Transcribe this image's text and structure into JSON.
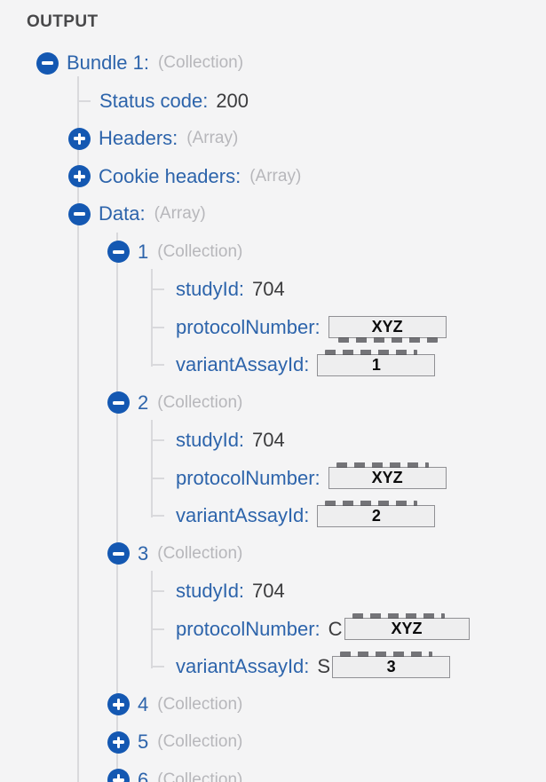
{
  "header": {
    "title": "OUTPUT"
  },
  "palette": {
    "background": "#f4f4f5",
    "accent_blue": "#1458b2",
    "label_blue": "#2d64ab",
    "muted_gray": "#b7b7bb",
    "value_dark": "#3c3c3e",
    "guide_gray": "#d9d9dc",
    "mask_fill": "#eeeeef",
    "mask_border": "#909094"
  },
  "tree": {
    "bundle": {
      "label": "Bundle 1:",
      "kind": "(Collection)",
      "expanded": true
    },
    "status": {
      "label": "Status code:",
      "value": "200"
    },
    "headers": {
      "label": "Headers:",
      "kind": "(Array)",
      "expanded": false
    },
    "cookie_headers": {
      "label": "Cookie headers:",
      "kind": "(Array)",
      "expanded": false
    },
    "data": {
      "label": "Data:",
      "kind": "(Array)",
      "expanded": true
    },
    "items": [
      {
        "index": "1",
        "kind": "(Collection)",
        "expanded": true,
        "fields": [
          {
            "key": "studyId:",
            "value": "704"
          },
          {
            "key": "protocolNumber:",
            "prefix": "",
            "mask": "XYZ"
          },
          {
            "key": "variantAssayId:",
            "prefix": "",
            "mask": "1"
          }
        ]
      },
      {
        "index": "2",
        "kind": "(Collection)",
        "expanded": true,
        "fields": [
          {
            "key": "studyId:",
            "value": "704"
          },
          {
            "key": "protocolNumber:",
            "prefix": "",
            "mask": "XYZ"
          },
          {
            "key": "variantAssayId:",
            "prefix": "",
            "mask": "2"
          }
        ]
      },
      {
        "index": "3",
        "kind": "(Collection)",
        "expanded": true,
        "fields": [
          {
            "key": "studyId:",
            "value": "704"
          },
          {
            "key": "protocolNumber:",
            "prefix": "C",
            "mask": "XYZ"
          },
          {
            "key": "variantAssayId:",
            "prefix": "S",
            "mask": "3"
          }
        ]
      },
      {
        "index": "4",
        "kind": "(Collection)",
        "expanded": false
      },
      {
        "index": "5",
        "kind": "(Collection)",
        "expanded": false
      },
      {
        "index": "6",
        "kind": "(Collection)",
        "expanded": false
      }
    ]
  }
}
